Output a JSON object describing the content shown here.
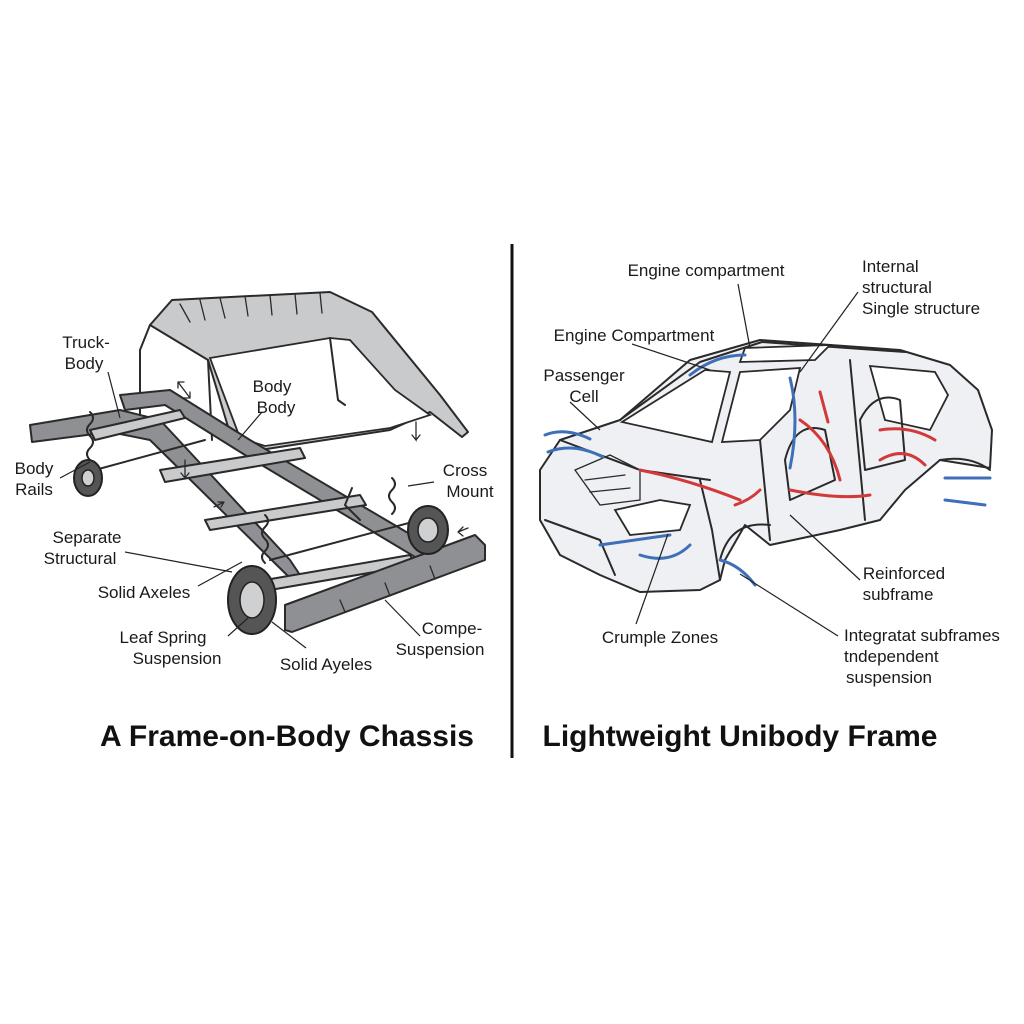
{
  "left_panel": {
    "title": "A Frame-on-Body Chassis",
    "labels": {
      "truck_body": [
        "Truck-",
        "Body"
      ],
      "body_body": [
        "Body",
        "Body"
      ],
      "body_rails": [
        "Body",
        "Rails"
      ],
      "cross_mount": [
        "Cross",
        "Mount"
      ],
      "separate_structural": [
        "Separate",
        "Structural"
      ],
      "solid_axeles_1": "Solid Axeles",
      "leaf_spring": [
        "Leaf Spring",
        "Suspension"
      ],
      "solid_axeles_2": "Solid Ayeles",
      "compe_suspension": [
        "Compe-",
        "Suspension"
      ]
    }
  },
  "right_panel": {
    "title": "Lightweight Unibody Frame",
    "labels": {
      "engine_compartment_top": "Engine compartment",
      "internal_structural": [
        "Internal",
        "structural",
        "Single structure"
      ],
      "engine_compartment": "Engine Compartment",
      "passenger_cell": [
        "Passenger",
        "Cell"
      ],
      "reinforced_subframe": [
        "Reinforced",
        "subframe"
      ],
      "crumple_zones": "Crumple Zones",
      "integrated_subframes": [
        "Integratat subframes",
        "tndependent",
        "suspension"
      ]
    }
  },
  "colors": {
    "airflow_blue": "#3f6fb8",
    "stress_red": "#d23a3a",
    "frame_gray": "#c9cacc"
  }
}
